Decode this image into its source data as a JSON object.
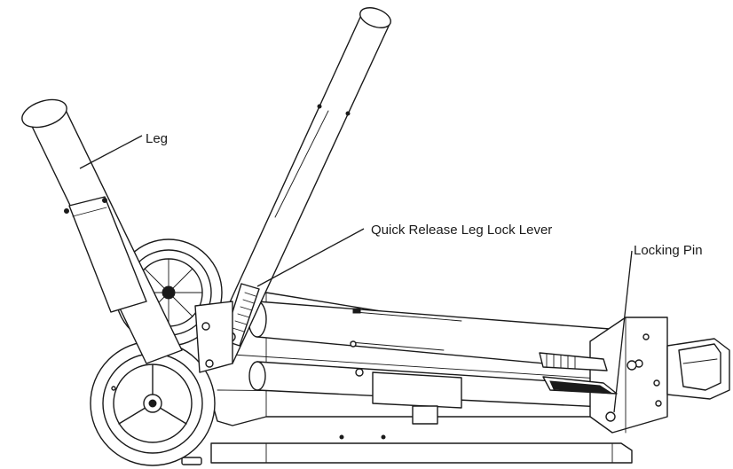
{
  "callouts": {
    "leg": "Leg",
    "quick_release": "Quick Release Leg Lock Lever",
    "locking_pin": "Locking Pin"
  },
  "colors": {
    "line": "#1a1a1a",
    "background": "#ffffff"
  }
}
